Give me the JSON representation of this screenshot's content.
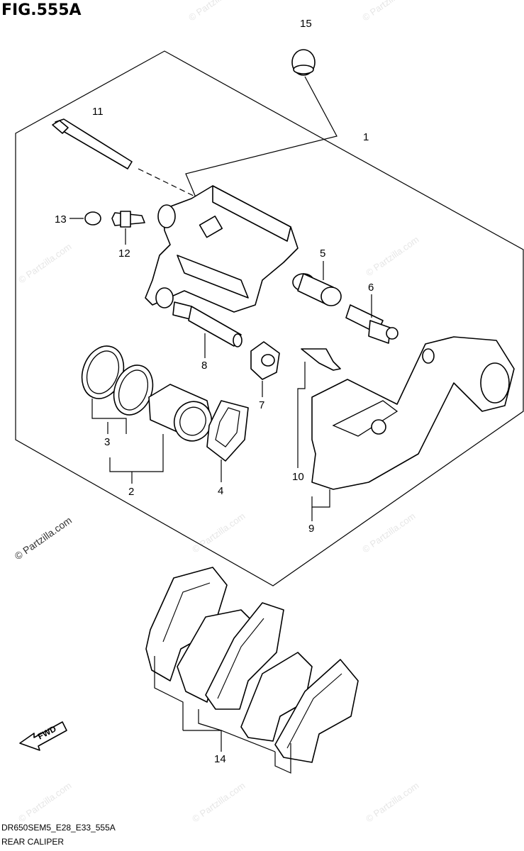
{
  "figure": {
    "title": "FIG.555A",
    "code": "DR650SEM5_E28_E33_555A",
    "name": "REAR CALIPER"
  },
  "callouts": [
    "15",
    "1",
    "11",
    "13",
    "12",
    "5",
    "6",
    "8",
    "7",
    "3",
    "2",
    "4",
    "10",
    "9",
    "14"
  ],
  "watermark": {
    "text": "© Partzilla.com",
    "main_text": "© Partzilla.com"
  },
  "fwd_label": "FWD"
}
